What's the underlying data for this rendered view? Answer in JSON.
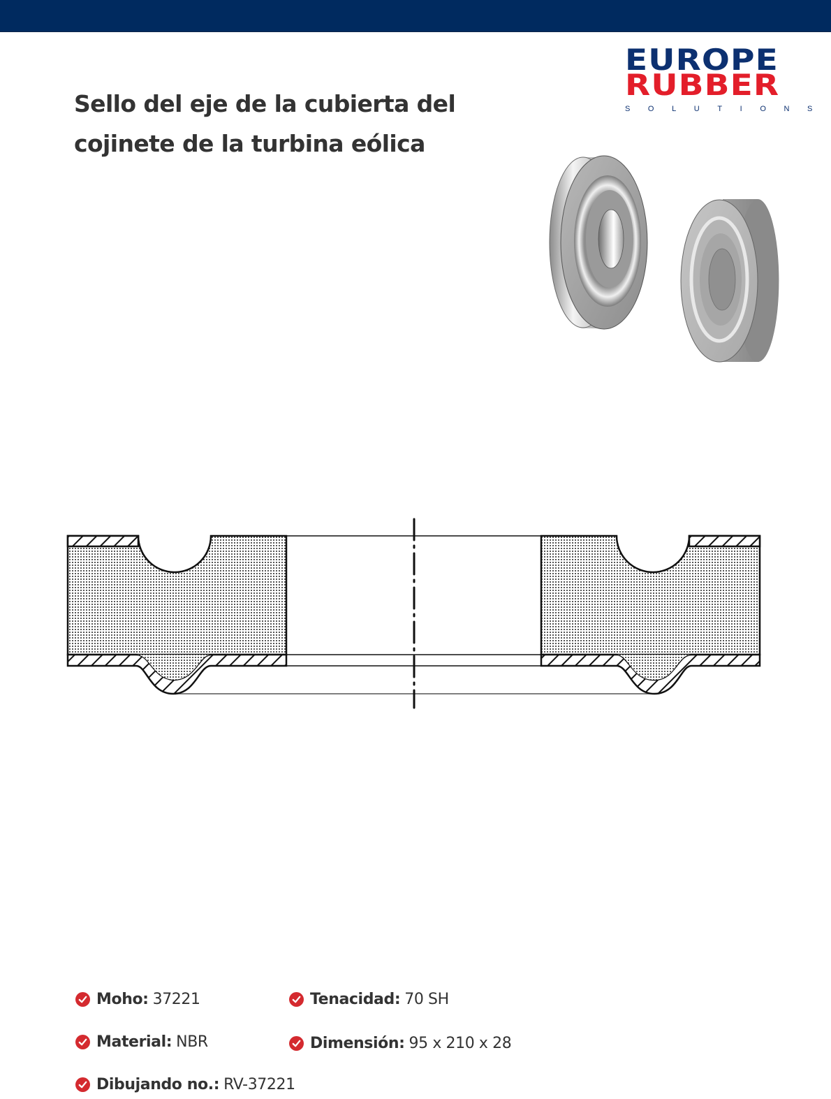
{
  "header": {
    "bar_color": "#002a5f"
  },
  "logo": {
    "line1": "EUROPE",
    "line2": "RUBBER",
    "line3": "SOLUTIONS",
    "colors": {
      "primary": "#0c3070",
      "accent": "#e31e2a"
    }
  },
  "page": {
    "title": "Sello del eje de la cubierta del cojinete de la turbina eólica"
  },
  "images": {
    "render_3d": {
      "icon": "bearing-seal-3d-render",
      "count": 2
    },
    "cross_section": {
      "icon": "bearing-seal-cross-section-drawing"
    }
  },
  "specs": {
    "icon": "check-circle-icon",
    "icon_color": "#d42a2f",
    "items": [
      {
        "label": "Moho:",
        "value": "37221"
      },
      {
        "label": "Tenacidad:",
        "value": "70 SH"
      },
      {
        "label": "Material:",
        "value": "NBR"
      },
      {
        "label": "Dimensión:",
        "value": "95 x 210 x 28"
      },
      {
        "label": "Dibujando no.:",
        "value": "RV-37221"
      }
    ]
  }
}
